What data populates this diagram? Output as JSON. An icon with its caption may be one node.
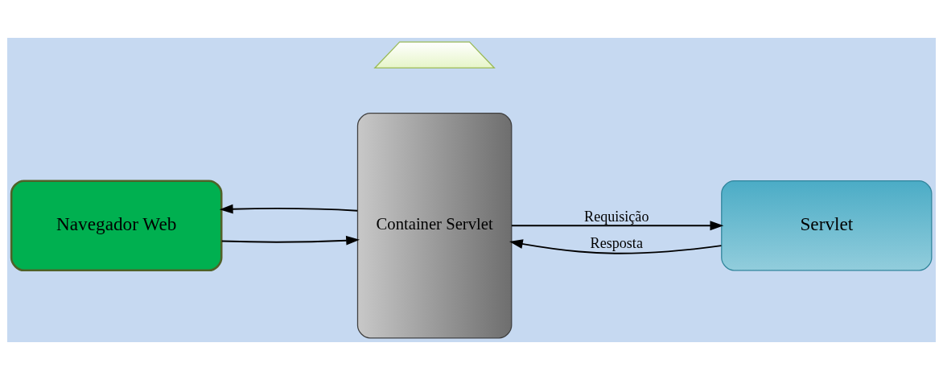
{
  "diagram": {
    "nodes": [
      {
        "text": [
          "Navegador Web"
        ]
      },
      {
        "text": [
          "Container Servlet"
        ]
      },
      {
        "text": [
          "Servlet"
        ]
      },
      {
        "text": [],
        "shape": "trapezium"
      }
    ],
    "edges": [
      {
        "from": 0,
        "to": 1,
        "arrow": "to"
      },
      {
        "from": 1,
        "to": 0,
        "arrow": "to"
      },
      {
        "from": 1,
        "to": 2,
        "arrow": "to",
        "label": "Requisição"
      },
      {
        "from": 2,
        "to": 1,
        "arrow": "to",
        "label": "Resposta"
      }
    ]
  }
}
